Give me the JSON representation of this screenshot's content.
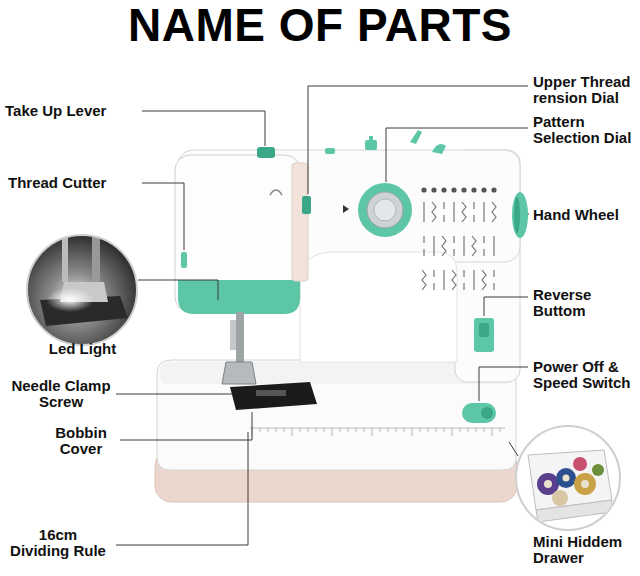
{
  "diagram": {
    "title": "NAME OF PARTS",
    "labels": [
      "Take Up Lever",
      "Thread Cutter",
      "Led Light",
      "Needle Clamp Screw",
      "Bobbin Cover",
      "16cm Dividing Rule",
      "Upper Thread rension Dial",
      "Pattern Selection Dial",
      "Hand Wheel",
      "Reverse Buttom",
      "Power Off & Speed Switch",
      "Mini Hiddem Drawer"
    ]
  }
}
